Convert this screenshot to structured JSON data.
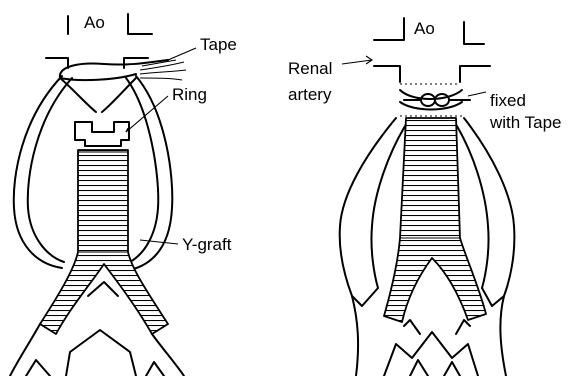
{
  "left_panel": {
    "aorta_label": "Ao",
    "tape_label": "Tape",
    "ring_label": "Ring",
    "graft_label": "Y-graft"
  },
  "right_panel": {
    "aorta_label": "Ao",
    "renal_label_line1": "Renal",
    "renal_label_line2": "artery",
    "fixed_label_line1": "fixed",
    "fixed_label_line2": "with Tape"
  }
}
